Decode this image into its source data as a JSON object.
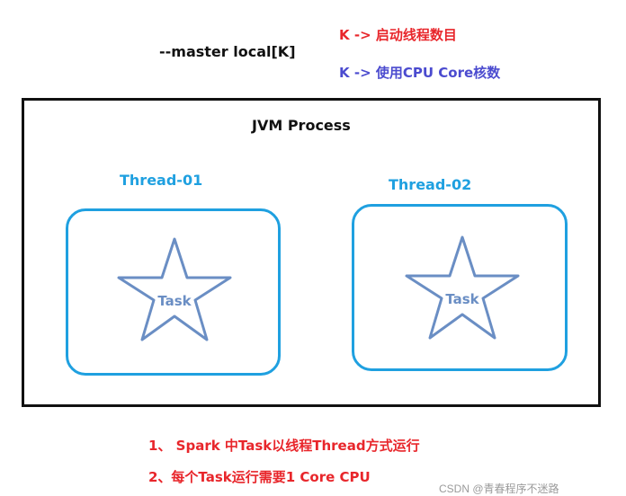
{
  "header": {
    "command": "--master local[K]",
    "notes": [
      {
        "text": "K -> 启动线程数目",
        "color": "#e8262b"
      },
      {
        "text": "K -> 使用CPU Core核数",
        "color": "#4b4bcf"
      }
    ]
  },
  "process": {
    "title": "JVM Process",
    "border_color": "#111111",
    "threads": [
      {
        "label": "Thread-01",
        "task": "Task"
      },
      {
        "label": "Thread-02",
        "task": "Task"
      }
    ],
    "thread_color": "#1fa0e0",
    "task_color": "#6a8ec4"
  },
  "footer": {
    "bullets": [
      "1、 Spark 中Task以线程Thread方式运行",
      "2、每个Task运行需要1 Core CPU"
    ],
    "bullet_color": "#e8262b",
    "watermark": "CSDN @青春程序不迷路"
  }
}
